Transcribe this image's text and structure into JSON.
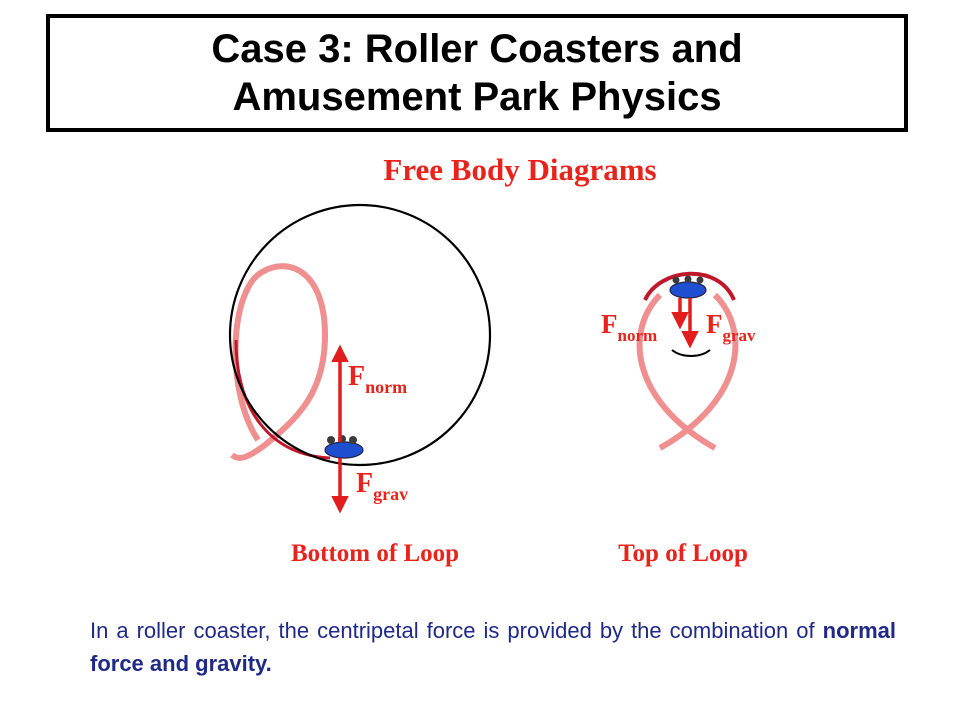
{
  "title": {
    "line1": "Case 3: Roller Coasters and",
    "line2": "Amusement Park Physics"
  },
  "diagram": {
    "heading": "Free Body Diagrams",
    "bottom_label": "Bottom of Loop",
    "top_label": "Top of Loop",
    "force_symbol": "F",
    "normal_subscript": "norm",
    "gravity_subscript": "grav",
    "colors": {
      "label_red": "#e8231c",
      "arrow_red": "#e11d1d",
      "track_pink": "#f08f8f",
      "track_red": "#e02020",
      "car_blue": "#1f4fd1"
    }
  },
  "caption": {
    "text_before": "In a roller coaster, the centripetal force is provided by the combination of ",
    "text_bold": "normal force and gravity."
  }
}
